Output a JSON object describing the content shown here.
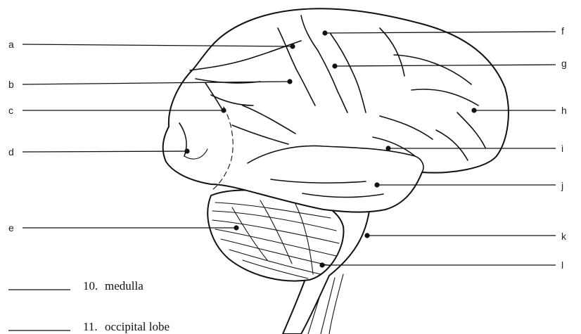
{
  "labels": {
    "a": "a",
    "b": "b",
    "c": "c",
    "d": "d",
    "e": "e",
    "f": "f",
    "g": "g",
    "h": "h",
    "i": "i",
    "j": "j",
    "k": "k",
    "l": "l"
  },
  "questions": [
    {
      "number": "10.",
      "text": "medulla"
    },
    {
      "number": "11.",
      "text": "occipital lobe"
    }
  ]
}
